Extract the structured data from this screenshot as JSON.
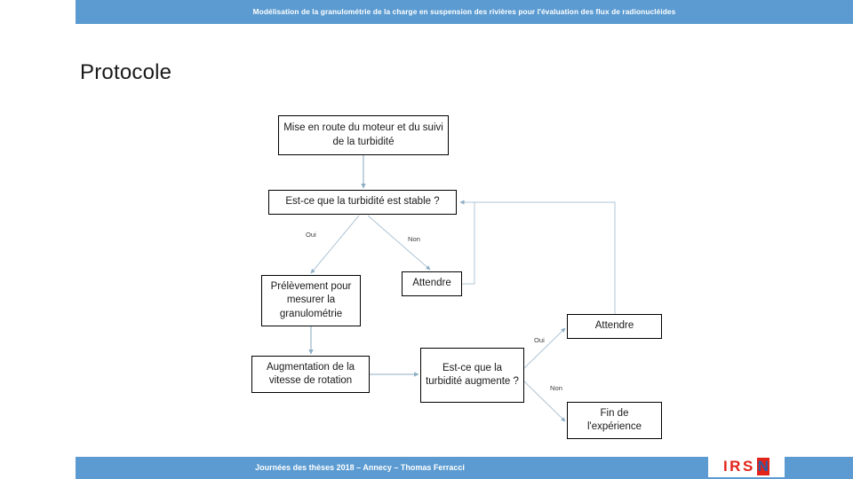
{
  "header": {
    "title": "Modélisation de la granulométrie de la charge en suspension des rivières pour l'évaluation des flux de radionucléides",
    "band_color": "#5B9BD1"
  },
  "slide": {
    "title": "Protocole"
  },
  "flowchart": {
    "nodes": [
      {
        "id": "start",
        "label": "Mise en route du moteur et du suivi de la turbidité"
      },
      {
        "id": "stable",
        "label": "Est-ce que la turbidité est stable ?"
      },
      {
        "id": "prelev",
        "label": "Prélèvement pour mesurer la granulométrie"
      },
      {
        "id": "attendre1",
        "label": "Attendre"
      },
      {
        "id": "augment",
        "label": "Augmentation de la vitesse de rotation"
      },
      {
        "id": "augmente",
        "label": "Est-ce que la turbidité augmente ?"
      },
      {
        "id": "attendre2",
        "label": "Attendre"
      },
      {
        "id": "fin",
        "label": "Fin de l'expérience"
      }
    ],
    "edge_labels": {
      "oui_1": "Oui",
      "non_1": "Non",
      "oui_2": "Oui",
      "non_2": "Non"
    },
    "connector_color": "#8FAFC4",
    "node_border_color": "#000000"
  },
  "footer": {
    "text": "Journées des thèses 2018 – Annecy – Thomas Ferracci",
    "band_color": "#5B9BD1"
  },
  "logo": {
    "part1": "IRS",
    "part2": "N",
    "red": "#E2231A",
    "blue": "#2B5CA8"
  }
}
